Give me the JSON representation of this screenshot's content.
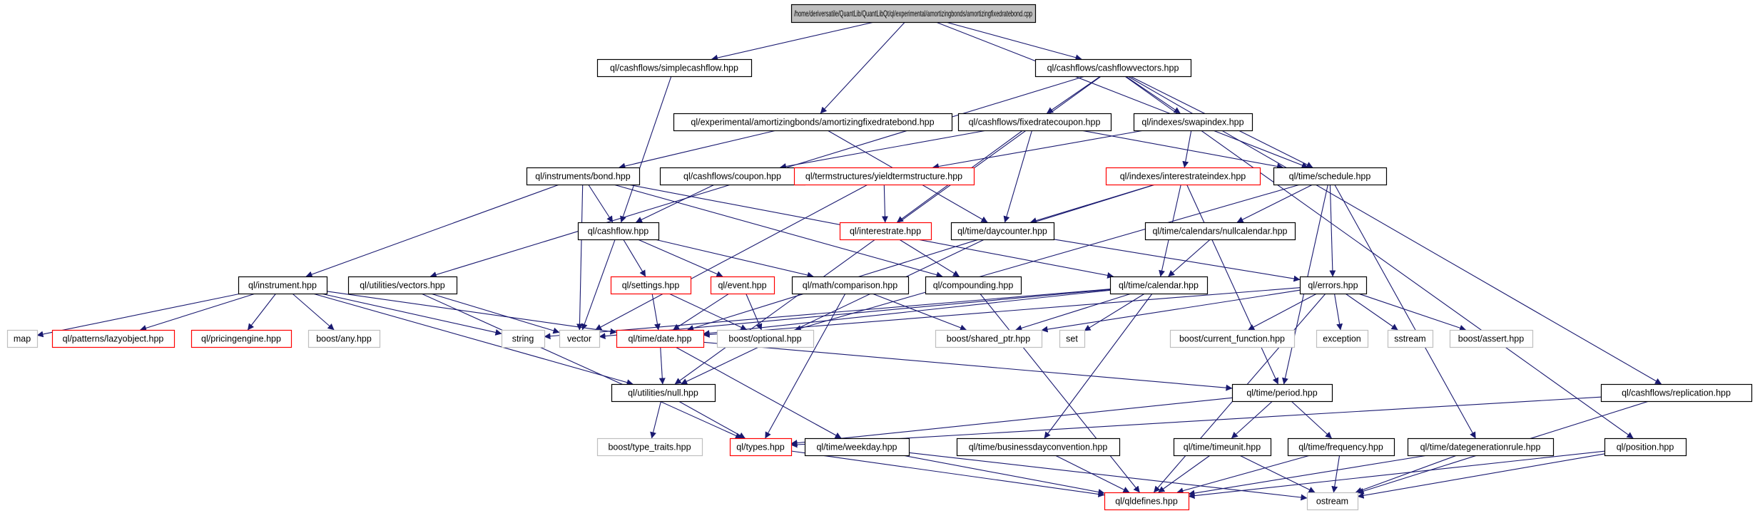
{
  "colors": {
    "edge": "#191970",
    "node_border_black": "#000000",
    "node_border_red": "#ff0000",
    "node_border_gray": "#bfbfbf",
    "root_fill": "#bfbfbf",
    "text": "#000000"
  },
  "nodes": [
    {
      "id": "root",
      "label": "/home/deriversatile/QuantLib/QuantLibQt/ql/experimental/amortizingbonds/amortizingfixedratebond.cpp",
      "style": "root"
    },
    {
      "id": "simplecashflow",
      "label": "ql/cashflows/simplecashflow.hpp",
      "style": "black"
    },
    {
      "id": "cashflowvectors",
      "label": "ql/cashflows/cashflowvectors.hpp",
      "style": "black"
    },
    {
      "id": "amortizinghpp",
      "label": "ql/experimental/amortizingbonds/amortizingfixedratebond.hpp",
      "style": "black"
    },
    {
      "id": "fixedratecoupon",
      "label": "ql/cashflows/fixedratecoupon.hpp",
      "style": "black"
    },
    {
      "id": "swapindex",
      "label": "ql/indexes/swapindex.hpp",
      "style": "black"
    },
    {
      "id": "bond",
      "label": "ql/instruments/bond.hpp",
      "style": "black"
    },
    {
      "id": "coupon",
      "label": "ql/cashflows/coupon.hpp",
      "style": "black"
    },
    {
      "id": "yieldts",
      "label": "ql/termstructures/yieldtermstructure.hpp",
      "style": "red"
    },
    {
      "id": "interestrateindex",
      "label": "ql/indexes/interestrateindex.hpp",
      "style": "red"
    },
    {
      "id": "schedule",
      "label": "ql/time/schedule.hpp",
      "style": "black"
    },
    {
      "id": "cashflow",
      "label": "ql/cashflow.hpp",
      "style": "black"
    },
    {
      "id": "interestrate",
      "label": "ql/interestrate.hpp",
      "style": "red"
    },
    {
      "id": "daycounter",
      "label": "ql/time/daycounter.hpp",
      "style": "black"
    },
    {
      "id": "nullcalendar",
      "label": "ql/time/calendars/nullcalendar.hpp",
      "style": "black"
    },
    {
      "id": "instrument",
      "label": "ql/instrument.hpp",
      "style": "black"
    },
    {
      "id": "vectors",
      "label": "ql/utilities/vectors.hpp",
      "style": "black"
    },
    {
      "id": "settings",
      "label": "ql/settings.hpp",
      "style": "red"
    },
    {
      "id": "event",
      "label": "ql/event.hpp",
      "style": "red"
    },
    {
      "id": "comparison",
      "label": "ql/math/comparison.hpp",
      "style": "black"
    },
    {
      "id": "compounding",
      "label": "ql/compounding.hpp",
      "style": "black"
    },
    {
      "id": "calendar",
      "label": "ql/time/calendar.hpp",
      "style": "black"
    },
    {
      "id": "errors",
      "label": "ql/errors.hpp",
      "style": "black"
    },
    {
      "id": "map",
      "label": "map",
      "style": "gray"
    },
    {
      "id": "lazyobject",
      "label": "ql/patterns/lazyobject.hpp",
      "style": "red"
    },
    {
      "id": "pricingengine",
      "label": "ql/pricingengine.hpp",
      "style": "red"
    },
    {
      "id": "boostany",
      "label": "boost/any.hpp",
      "style": "gray"
    },
    {
      "id": "string",
      "label": "string",
      "style": "gray"
    },
    {
      "id": "vector",
      "label": "vector",
      "style": "gray"
    },
    {
      "id": "date",
      "label": "ql/time/date.hpp",
      "style": "red"
    },
    {
      "id": "boostoptional",
      "label": "boost/optional.hpp",
      "style": "gray"
    },
    {
      "id": "sharedptr",
      "label": "boost/shared_ptr.hpp",
      "style": "gray"
    },
    {
      "id": "set",
      "label": "set",
      "style": "gray"
    },
    {
      "id": "currentfunction",
      "label": "boost/current_function.hpp",
      "style": "gray"
    },
    {
      "id": "exception",
      "label": "exception",
      "style": "gray"
    },
    {
      "id": "sstream",
      "label": "sstream",
      "style": "gray"
    },
    {
      "id": "boostassert",
      "label": "boost/assert.hpp",
      "style": "gray"
    },
    {
      "id": "null",
      "label": "ql/utilities/null.hpp",
      "style": "black"
    },
    {
      "id": "period",
      "label": "ql/time/period.hpp",
      "style": "black"
    },
    {
      "id": "replication",
      "label": "ql/cashflows/replication.hpp",
      "style": "black"
    },
    {
      "id": "typetraits",
      "label": "boost/type_traits.hpp",
      "style": "gray"
    },
    {
      "id": "types",
      "label": "ql/types.hpp",
      "style": "red"
    },
    {
      "id": "weekday",
      "label": "ql/time/weekday.hpp",
      "style": "black"
    },
    {
      "id": "bdc",
      "label": "ql/time/businessdayconvention.hpp",
      "style": "black"
    },
    {
      "id": "timeunit",
      "label": "ql/time/timeunit.hpp",
      "style": "black"
    },
    {
      "id": "frequency",
      "label": "ql/time/frequency.hpp",
      "style": "black"
    },
    {
      "id": "dategenrule",
      "label": "ql/time/dategenerationrule.hpp",
      "style": "black"
    },
    {
      "id": "position",
      "label": "ql/position.hpp",
      "style": "black"
    },
    {
      "id": "qldefines",
      "label": "ql/qldefines.hpp",
      "style": "red"
    },
    {
      "id": "ostream",
      "label": "ostream",
      "style": "gray"
    }
  ],
  "edges": [
    [
      "root",
      "simplecashflow"
    ],
    [
      "root",
      "cashflowvectors"
    ],
    [
      "root",
      "amortizinghpp"
    ],
    [
      "root",
      "schedule"
    ],
    [
      "simplecashflow",
      "cashflow"
    ],
    [
      "cashflowvectors",
      "fixedratecoupon"
    ],
    [
      "cashflowvectors",
      "swapindex"
    ],
    [
      "cashflowvectors",
      "schedule"
    ],
    [
      "cashflowvectors",
      "vectors"
    ],
    [
      "cashflowvectors",
      "null"
    ],
    [
      "cashflowvectors",
      "replication"
    ],
    [
      "cashflowvectors",
      "position"
    ],
    [
      "amortizinghpp",
      "bond"
    ],
    [
      "amortizinghpp",
      "daycounter"
    ],
    [
      "fixedratecoupon",
      "coupon"
    ],
    [
      "fixedratecoupon",
      "interestrate"
    ],
    [
      "fixedratecoupon",
      "daycounter"
    ],
    [
      "fixedratecoupon",
      "schedule"
    ],
    [
      "swapindex",
      "interestrateindex"
    ],
    [
      "swapindex",
      "yieldts"
    ],
    [
      "bond",
      "instrument"
    ],
    [
      "bond",
      "cashflow"
    ],
    [
      "bond",
      "compounding"
    ],
    [
      "bond",
      "calendar"
    ],
    [
      "bond",
      "vector"
    ],
    [
      "coupon",
      "cashflow"
    ],
    [
      "yieldts",
      "interestrate"
    ],
    [
      "yieldts",
      "vector"
    ],
    [
      "interestrateindex",
      "calendar"
    ],
    [
      "interestrateindex",
      "daycounter"
    ],
    [
      "interestrateindex",
      "date"
    ],
    [
      "interestrateindex",
      "period"
    ],
    [
      "schedule",
      "nullcalendar"
    ],
    [
      "schedule",
      "errors"
    ],
    [
      "schedule",
      "period"
    ],
    [
      "schedule",
      "dategenrule"
    ],
    [
      "schedule",
      "boostoptional"
    ],
    [
      "cashflow",
      "settings"
    ],
    [
      "cashflow",
      "event"
    ],
    [
      "cashflow",
      "comparison"
    ],
    [
      "cashflow",
      "vector"
    ],
    [
      "interestrate",
      "compounding"
    ],
    [
      "daycounter",
      "errors"
    ],
    [
      "daycounter",
      "null"
    ],
    [
      "nullcalendar",
      "calendar"
    ],
    [
      "instrument",
      "map"
    ],
    [
      "instrument",
      "lazyobject"
    ],
    [
      "instrument",
      "pricingengine"
    ],
    [
      "instrument",
      "boostany"
    ],
    [
      "instrument",
      "string"
    ],
    [
      "instrument",
      "date"
    ],
    [
      "instrument",
      "null"
    ],
    [
      "vectors",
      "types"
    ],
    [
      "vectors",
      "vector"
    ],
    [
      "settings",
      "date"
    ],
    [
      "settings",
      "boostoptional"
    ],
    [
      "event",
      "date"
    ],
    [
      "event",
      "boostoptional"
    ],
    [
      "comparison",
      "sharedptr"
    ],
    [
      "comparison",
      "types"
    ],
    [
      "compounding",
      "qldefines"
    ],
    [
      "calendar",
      "date"
    ],
    [
      "calendar",
      "string"
    ],
    [
      "calendar",
      "vector"
    ],
    [
      "calendar",
      "set"
    ],
    [
      "calendar",
      "sharedptr"
    ],
    [
      "calendar",
      "bdc"
    ],
    [
      "errors",
      "currentfunction"
    ],
    [
      "errors",
      "exception"
    ],
    [
      "errors",
      "sstream"
    ],
    [
      "errors",
      "boostassert"
    ],
    [
      "errors",
      "sharedptr"
    ],
    [
      "errors",
      "qldefines"
    ],
    [
      "errors",
      "date"
    ],
    [
      "date",
      "null"
    ],
    [
      "date",
      "weekday"
    ],
    [
      "date",
      "period"
    ],
    [
      "null",
      "typetraits"
    ],
    [
      "null",
      "types"
    ],
    [
      "period",
      "types"
    ],
    [
      "period",
      "timeunit"
    ],
    [
      "period",
      "frequency"
    ],
    [
      "replication",
      "types"
    ],
    [
      "replication",
      "ostream"
    ],
    [
      "types",
      "qldefines"
    ],
    [
      "weekday",
      "qldefines"
    ],
    [
      "weekday",
      "ostream"
    ],
    [
      "bdc",
      "qldefines"
    ],
    [
      "timeunit",
      "qldefines"
    ],
    [
      "timeunit",
      "ostream"
    ],
    [
      "frequency",
      "qldefines"
    ],
    [
      "frequency",
      "ostream"
    ],
    [
      "dategenrule",
      "qldefines"
    ],
    [
      "dategenrule",
      "ostream"
    ],
    [
      "position",
      "qldefines"
    ],
    [
      "position",
      "ostream"
    ]
  ]
}
